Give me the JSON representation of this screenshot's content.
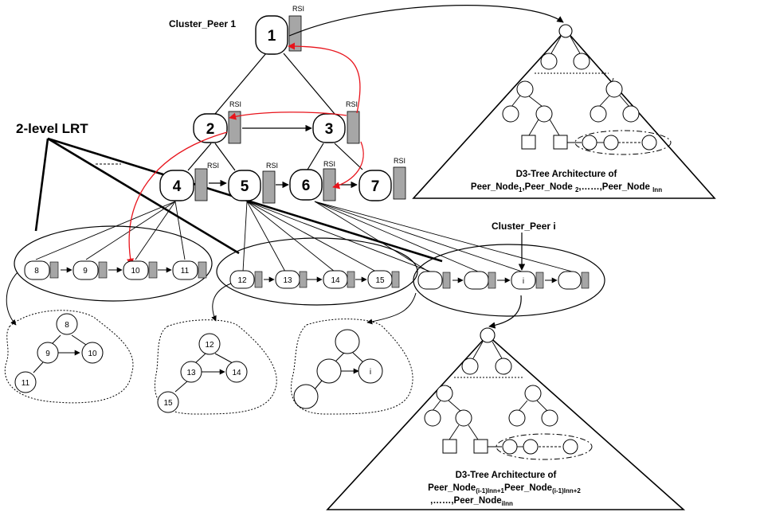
{
  "labels": {
    "cluster_peer_1": "Cluster_Peer 1",
    "cluster_peer_i": "Cluster_Peer i",
    "two_level_lrt": "2-level LRT",
    "rsi": "RSI"
  },
  "top_nodes": [
    "1",
    "2",
    "3",
    "4",
    "5",
    "6",
    "7"
  ],
  "cluster_lists": [
    [
      "8",
      "9",
      "10",
      "11"
    ],
    [
      "12",
      "13",
      "14",
      "15"
    ],
    [
      "",
      "",
      "i",
      ""
    ]
  ],
  "subtrees": [
    [
      "8",
      "9",
      "10",
      "11"
    ],
    [
      "12",
      "13",
      "14",
      "15"
    ],
    [
      "",
      "",
      "i",
      ""
    ]
  ],
  "d3_top": {
    "line1": "D3-Tree Architecture of",
    "line2_parts": [
      "Peer_Node",
      "1",
      ",Peer_Node ",
      "2",
      ",……,Peer_Node ",
      "lnn"
    ]
  },
  "d3_bottom": {
    "line1": "D3-Tree Architecture of",
    "line2_parts": [
      "Peer_Node",
      "(i-1)lnn+1",
      "Peer_Node",
      "(i-1)lnn+2"
    ],
    "line3_parts": [
      ",……,Peer_Node",
      "ilnn"
    ]
  },
  "colors": {
    "stroke": "#000000",
    "rsi_fill": "#a6a6a6",
    "red_arrow": "#e8141c"
  }
}
